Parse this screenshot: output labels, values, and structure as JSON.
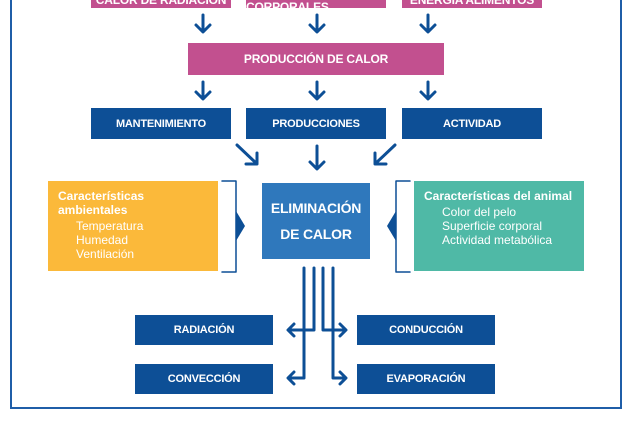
{
  "top_boxes": [
    "CALOR DE RADIACIÓN",
    "RESERVAS CORPORALES",
    "ENERGÍA ALIMENTOS"
  ],
  "heat_production": "PRODUCCIÓN DE CALOR",
  "uses": [
    "MANTENIMIENTO",
    "PRODUCCIONES",
    "ACTIVIDAD"
  ],
  "elimination": {
    "line1": "ELIMINACIÓN",
    "line2": "DE CALOR"
  },
  "environment": {
    "title": "Características ambientales",
    "items": [
      "Temperatura",
      "Humedad",
      "Ventilación"
    ]
  },
  "animal": {
    "title": "Características del animal",
    "items": [
      "Color del pelo",
      "Superficie corporal",
      "Actividad metabólica"
    ]
  },
  "mechanisms": {
    "left": [
      "RADIACIÓN",
      "CONVECCIÓN"
    ],
    "right": [
      "CONDUCCIÓN",
      "EVAPORACIÓN"
    ]
  },
  "colors": {
    "dark_blue": "#0d4f96",
    "mid_blue": "#2f78bc",
    "pink": "#c2508f",
    "yellow": "#fbb93a",
    "teal": "#4fb9a6"
  }
}
